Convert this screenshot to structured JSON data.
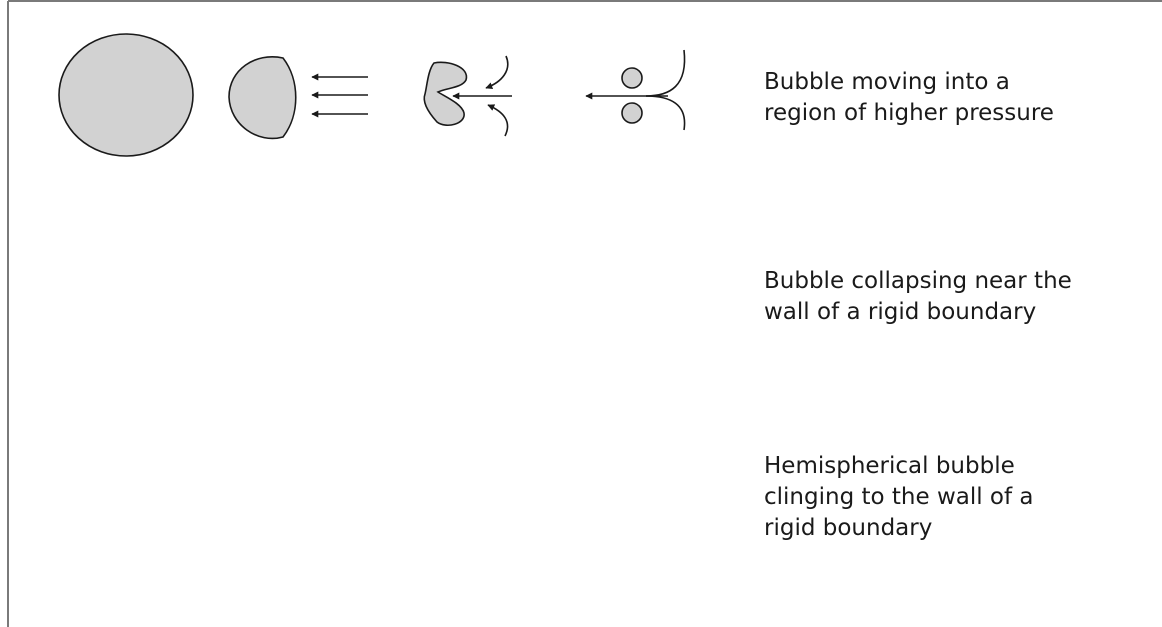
{
  "rows": [
    {
      "label_lines": [
        "Bubble moving into a",
        "region of higher pressure"
      ]
    },
    {
      "label_lines": [
        "Bubble collapsing near the",
        "wall of a rigid boundary"
      ]
    },
    {
      "label_lines": [
        "Hemispherical bubble",
        "clinging to the wall of a",
        "rigid boundary"
      ]
    }
  ],
  "colors": {
    "bubble_fill": "#d2d2d2",
    "stroke": "#1a1a1a",
    "frame": "#7a7a7a"
  }
}
